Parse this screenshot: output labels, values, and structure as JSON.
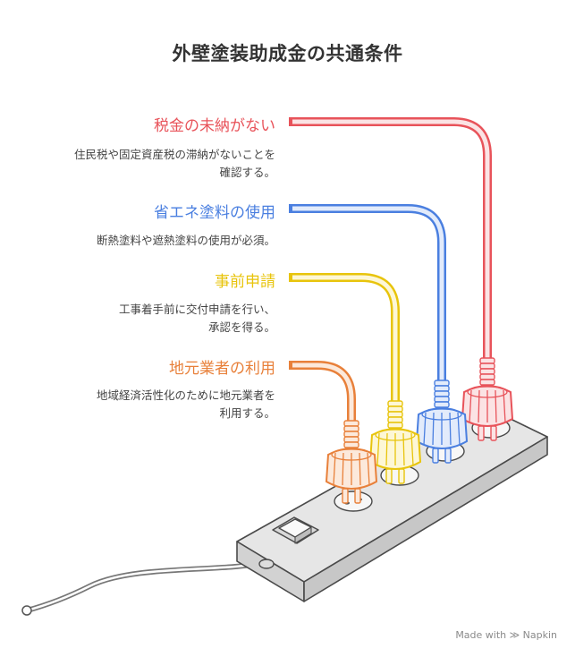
{
  "title": "外壁塗装助成金の共通条件",
  "items": [
    {
      "heading": "税金の未納がない",
      "desc": [
        "住民税や固定資産税の滞納がないことを",
        "確認する。"
      ],
      "color": "#e8535a",
      "light": "#fbe3e4"
    },
    {
      "heading": "省エネ塗料の使用",
      "desc": [
        "断熱塗料や遮熱塗料の使用が必須。"
      ],
      "color": "#4a7fe0",
      "light": "#e2ebfb"
    },
    {
      "heading": "事前申請",
      "desc": [
        "工事着手前に交付申請を行い、",
        "承認を得る。"
      ],
      "color": "#e8c40c",
      "light": "#fdf7d6"
    },
    {
      "heading": "地元業者の利用",
      "desc": [
        "地域経済活性化のために地元業者を",
        "利用する。"
      ],
      "color": "#e8803a",
      "light": "#fce9db"
    }
  ],
  "watermark": "Made with ≫ Napkin"
}
